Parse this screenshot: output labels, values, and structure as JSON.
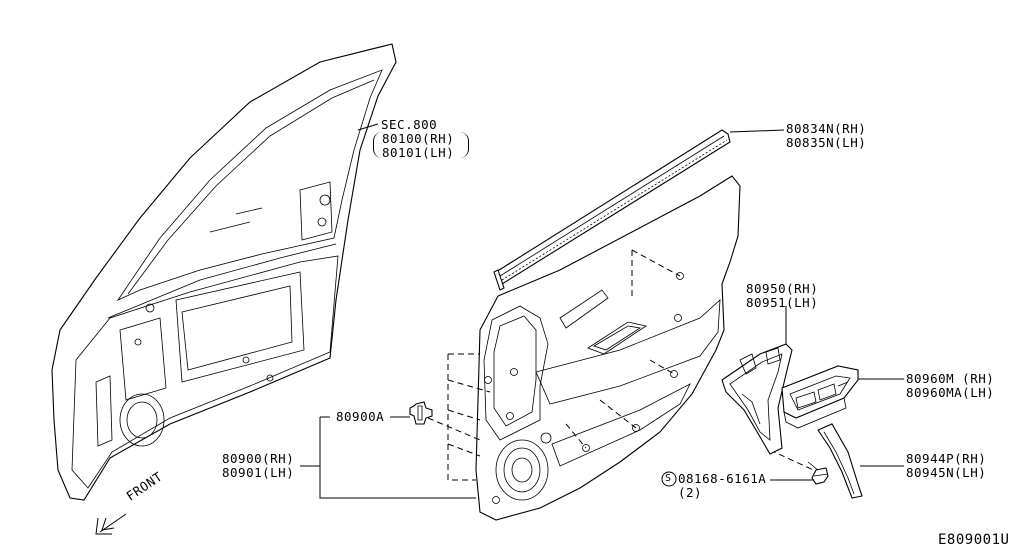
{
  "labels": {
    "sec800": "SEC.800",
    "p80100": "80100(RH)",
    "p80101": "80101(LH)",
    "p80834": "80834N(RH)",
    "p80835": "80835N(LH)",
    "p80950": "80950(RH)",
    "p80951": "80951(LH)",
    "p80960m": "80960M (RH)",
    "p80960ma": "80960MA(LH)",
    "p80900a": "80900A",
    "p80900": "80900(RH)",
    "p80901": "80901(LH)",
    "p80944": "80944P(RH)",
    "p80945": "80945N(LH)",
    "bolt_num": "08168-6161A",
    "bolt_qty": "(2)",
    "bolt_symbol": "S",
    "front": "FRONT",
    "diagram_code": "E809001U"
  }
}
